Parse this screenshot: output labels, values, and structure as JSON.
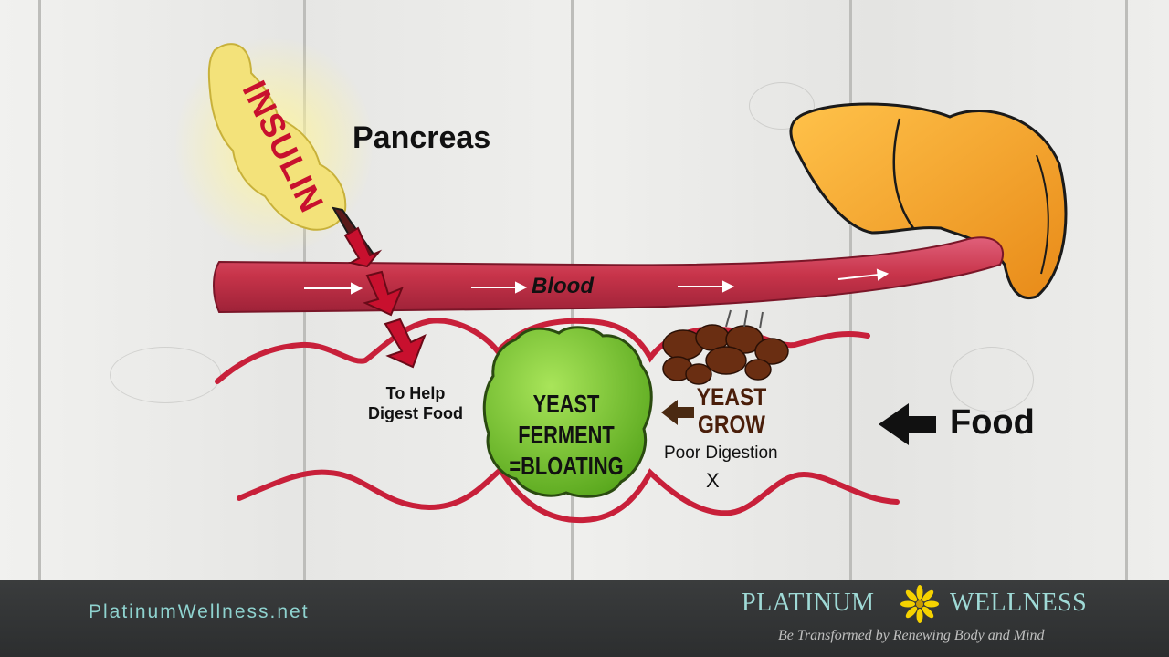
{
  "diagram": {
    "pancreas_label": "Pancreas",
    "insulin_label": "INSULIN",
    "blood_label": "Blood",
    "help_label_line1": "To Help",
    "help_label_line2": "Digest Food",
    "ferment_line1": "YEAST FERMENT",
    "ferment_line2": "=BLOATING",
    "grow_line1": "YEAST",
    "grow_line2": "GROW",
    "poor_digestion_label": "Poor Digestion",
    "x_mark": "X",
    "food_label": "Food"
  },
  "footer": {
    "site_url": "PlatinumWellness.net",
    "brand_left": "PLATINUM",
    "brand_right": "WELLNESS",
    "tagline": "Be Transformed by Renewing Body and Mind"
  },
  "colors": {
    "blood_vessel": "#c8344a",
    "intestine": "#c8203a",
    "pancreas": "#f3e27a",
    "liver": "#f2a22a",
    "yeast_ball": "#7ccb2e",
    "insulin_text": "#c8102e",
    "footer_bg": "#333536",
    "footer_accent": "#9fdad6"
  }
}
